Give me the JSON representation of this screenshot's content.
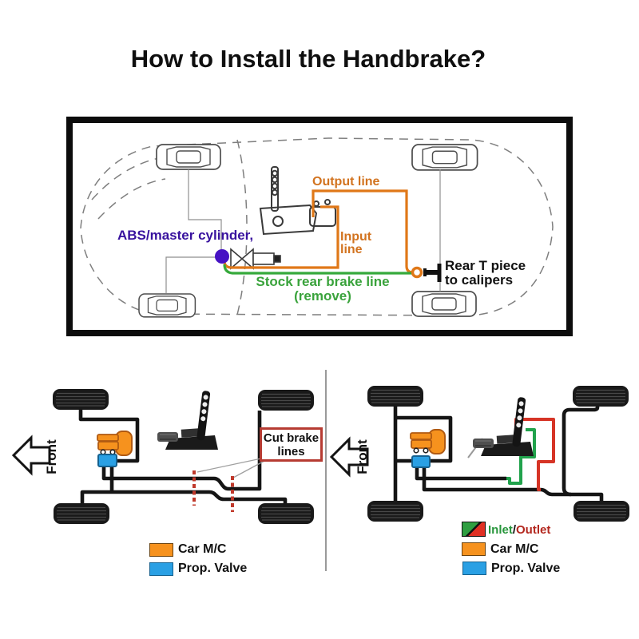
{
  "title": "How to Install the Handbrake?",
  "top_diagram": {
    "output_line_label": "Output line",
    "abs_label": "ABS/master cylinder,",
    "input_label_line1": "Input",
    "input_label_line2": "line",
    "stock_label_line1": "Stock rear brake line",
    "stock_label_line2": "(remove)",
    "rear_t_label_line1": "Rear T piece",
    "rear_t_label_line2": "to calipers",
    "colors": {
      "brake_line_orange": "#e07818",
      "stock_line_green": "#35a93b",
      "abs_dot_purple": "#4612c4",
      "label_orange": "#d2731f",
      "label_purple": "#38129e",
      "label_green": "#3aa33c"
    }
  },
  "bottom_left": {
    "front_label": "Front",
    "cut_box": {
      "line1": "Cut brake",
      "line2": "lines"
    },
    "legend": [
      {
        "label": "Car M/C",
        "color": "#f6921e"
      },
      {
        "label": "Prop. Valve",
        "color": "#2aa0e4"
      }
    ]
  },
  "bottom_right": {
    "front_label": "Front",
    "inlet_label": "Inlet",
    "slash_label": "/",
    "outlet_label": "Outlet",
    "legend": [
      {
        "label": "Car M/C",
        "color": "#f6921e"
      },
      {
        "label": "Prop. Valve",
        "color": "#2aa0e4"
      }
    ],
    "colors": {
      "inlet_green": "#21a24c",
      "outlet_red": "#d63426"
    }
  }
}
